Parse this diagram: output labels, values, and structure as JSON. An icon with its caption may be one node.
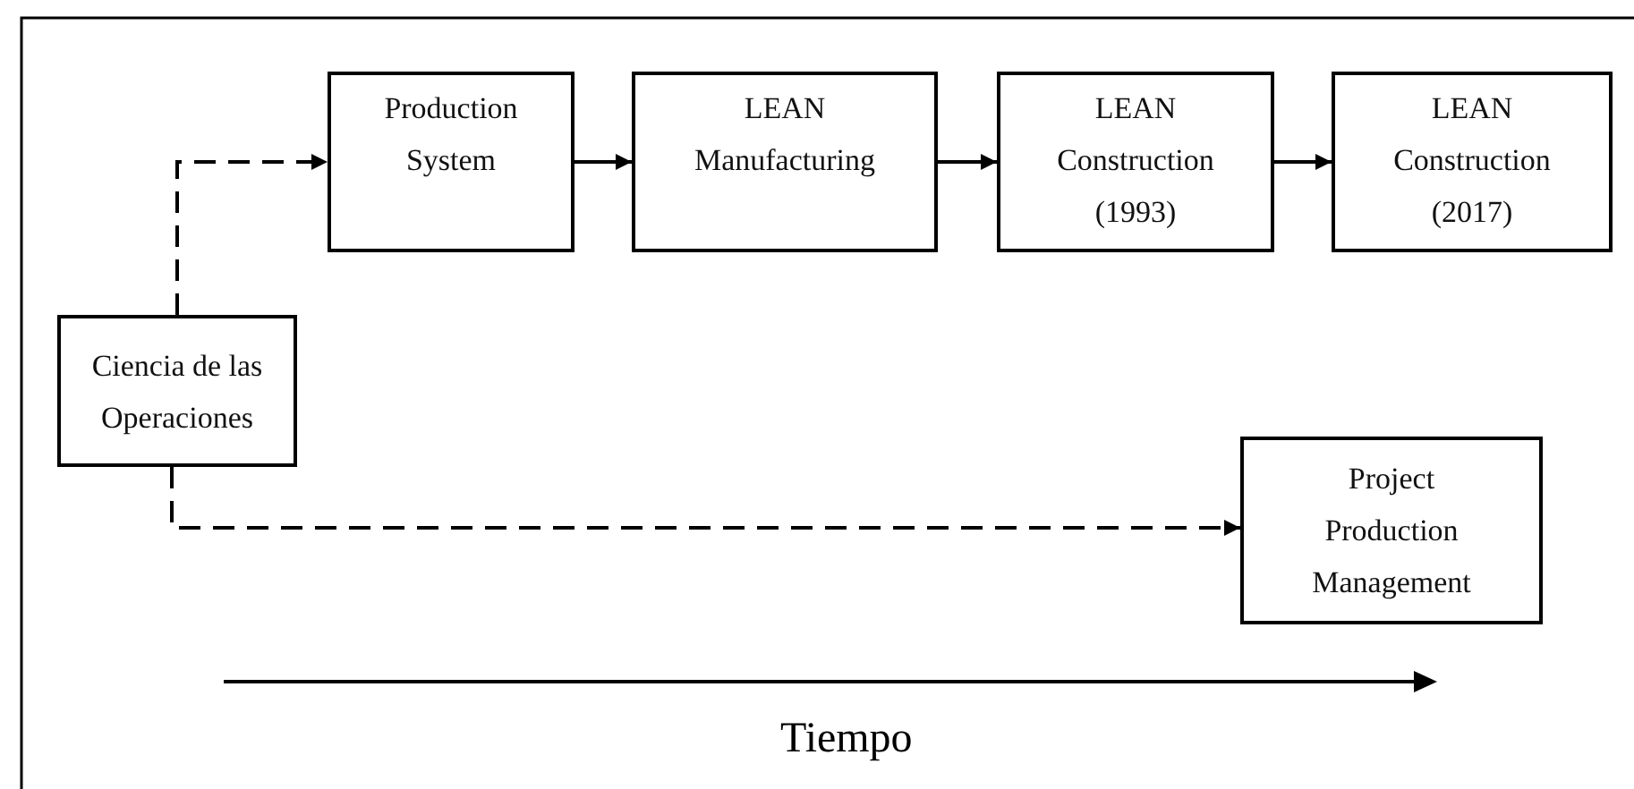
{
  "diagram": {
    "nodes": [
      {
        "text": [
          "Ciencia de las Operaciones"
        ]
      },
      {
        "text": [
          "Production System"
        ]
      },
      {
        "text": [
          "LEAN Manufacturing"
        ]
      },
      {
        "text": [
          "LEAN Construction (1993)"
        ]
      },
      {
        "text": [
          "LEAN Construction (2017)"
        ]
      },
      {
        "text": [
          "Project Production Management"
        ]
      }
    ],
    "edges": [
      {
        "from": 0,
        "to": 1,
        "arrow": "to",
        "style": "dashed"
      },
      {
        "from": 1,
        "to": 2,
        "arrow": "to"
      },
      {
        "from": 2,
        "to": 3,
        "arrow": "to"
      },
      {
        "from": 3,
        "to": 4,
        "arrow": "to"
      },
      {
        "from": 0,
        "to": 5,
        "arrow": "to",
        "style": "dashed"
      }
    ],
    "labels": [
      "Tiempo"
    ]
  }
}
